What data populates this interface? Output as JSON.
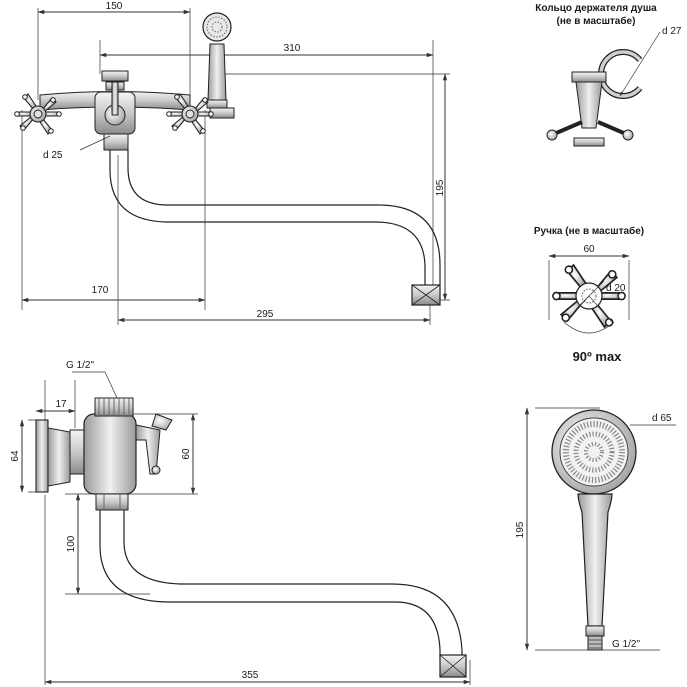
{
  "dims": {
    "top_150": "150",
    "top_310": "310",
    "top_170": "170",
    "top_295": "295",
    "top_195": "195",
    "top_d25": "d 25",
    "side_g12": "G 1/2\"",
    "side_17": "17",
    "side_64": "64",
    "side_60": "60",
    "side_100": "100",
    "side_355": "355",
    "shower_d65": "d 65",
    "shower_195": "195",
    "shower_g12": "G 1/2\""
  },
  "ring_holder": {
    "title_line1": "Кольцо держателя душа",
    "title_line2": "(не в масштабе)",
    "d27": "d 27"
  },
  "handle": {
    "title": "Ручка (не в масштабе)",
    "w60": "60",
    "d20": "d 20",
    "rotation": "90º max"
  }
}
